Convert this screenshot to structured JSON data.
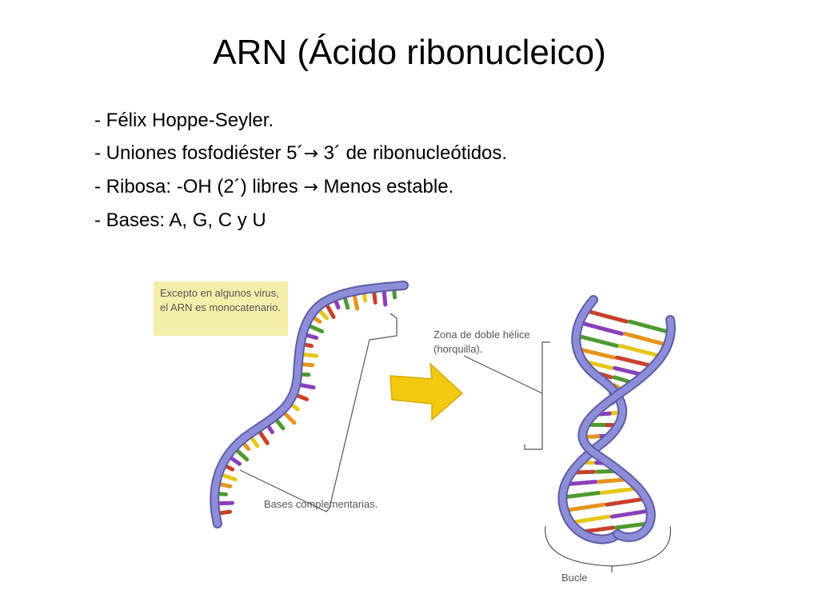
{
  "slide": {
    "title": "ARN (Ácido ribonucleico)",
    "bullets": [
      {
        "before": "- Félix Hoppe-Seyler.",
        "arrow": "",
        "after": ""
      },
      {
        "before": "- Uniones fosfodiéster 5´",
        "arrow": "→",
        "after": " 3´ de ribonucleótidos."
      },
      {
        "before": "- Ribosa: -OH (2´) libres ",
        "arrow": "→",
        "after": " Menos estable."
      },
      {
        "before": "- Bases: A, G, C y U",
        "arrow": "",
        "after": ""
      }
    ]
  },
  "figure": {
    "note": "Excepto en algunos virus, el ARN es monocatenario.",
    "label_zona": "Zona de doble hélice (horquilla).",
    "label_bases": "Bases complementarias.",
    "label_bucle": "Bucle",
    "colors": {
      "backbone": "#8e8ed8",
      "backbone_dark": "#5c5ca8",
      "arrow": "#f2c811",
      "note_bg": "#f4eeab",
      "base_colors": [
        "#e6c619",
        "#c9402b",
        "#8a3fb8",
        "#4f9a2e",
        "#e6941c"
      ]
    }
  }
}
